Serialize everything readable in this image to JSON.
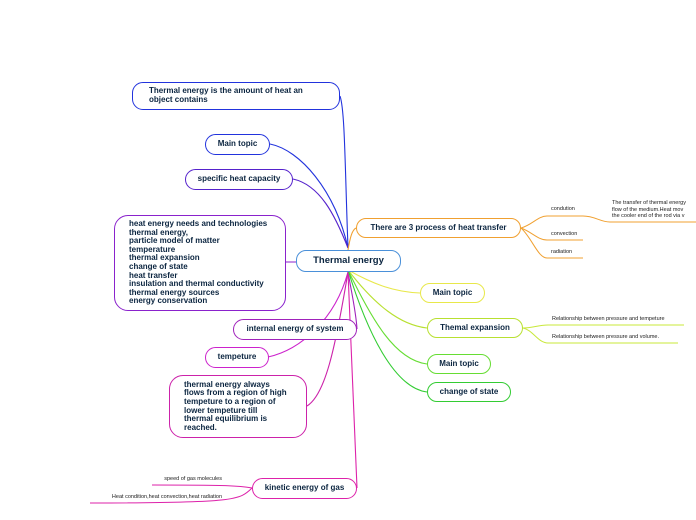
{
  "central": "Thermal energy",
  "left_branches": [
    {
      "id": "definition",
      "label": "Thermal energy is the amount of heat an\nobject contains",
      "color": "#2233dd"
    },
    {
      "id": "main-topic-1",
      "label": "Main topic",
      "color": "#2233dd"
    },
    {
      "id": "specific-heat",
      "label": "specific heat capacity",
      "color": "#5522cc"
    },
    {
      "id": "topics-list",
      "label": "heat energy needs and technologies\nthermal energy,\nparticle model of matter\ntemperature\nthermal expansion\nchange of state\nheat transfer\ninsulation and thermal conductivity\nthermal energy sources\nenergy conservation",
      "color": "#8a22cc"
    },
    {
      "id": "internal-energy",
      "label": "internal energy of system",
      "color": "#a022bb"
    },
    {
      "id": "tempeture",
      "label": "tempeture",
      "color": "#cc22cc"
    },
    {
      "id": "heat-flow",
      "label": "thermal energy always\nflows from a region of high\ntempeture to a region of\nlower tempeture till\nthermal equilibrium is\nreached.",
      "color": "#cc22aa"
    },
    {
      "id": "kinetic",
      "label": "kinetic energy of gas",
      "color": "#dd22aa"
    }
  ],
  "right_branches": [
    {
      "id": "heat-transfer",
      "label": "There are 3 process of heat transfer",
      "color": "#f0a030"
    },
    {
      "id": "main-topic-2",
      "label": "Main topic",
      "color": "#e8e84a"
    },
    {
      "id": "thermal-expansion",
      "label": "Themal expansion",
      "color": "#b8e030"
    },
    {
      "id": "main-topic-3",
      "label": "Main topic",
      "color": "#66dd33"
    },
    {
      "id": "change-of-state",
      "label": "change of state",
      "color": "#33cc33"
    }
  ],
  "leaves": {
    "condution": "condution",
    "condution_detail": "The transfer of thermal energy\nflow of the medium.Heat mov\nthe cooler end of the rod via v",
    "convection": "convection",
    "radiation": "radiation",
    "pressure_temp": "Relationship between pressure and tempeture",
    "pressure_volume": "Relationship between pressure and volume.",
    "speed_gas": "speed of gas molecules",
    "heat_condition": "Heat condition,heat convection,heat radiation"
  },
  "colors": {
    "central_border": "#4a90d9",
    "orange": "#f0a030",
    "yellow_green": "#c8e83a",
    "pink": "#dd22aa"
  }
}
